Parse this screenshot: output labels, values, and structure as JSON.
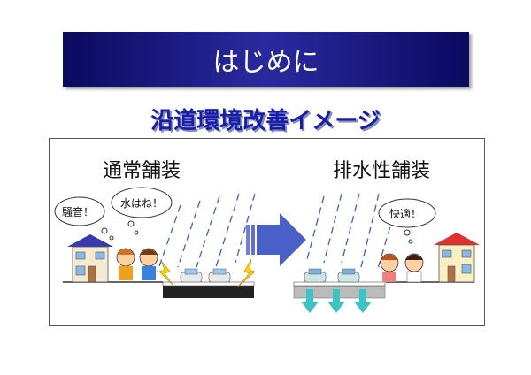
{
  "slide": {
    "title": "はじめに",
    "subtitle": "沿道環境改善イメージ"
  },
  "left": {
    "label": "通常舗装",
    "bubbles": [
      "騒音！",
      "水はね！"
    ]
  },
  "right": {
    "label": "排水性舗装",
    "bubbles": [
      "快適！"
    ]
  },
  "colors": {
    "title_bar": "#1a1a80",
    "subtitle": "#1b1bb0",
    "rain": "#3a5fd0",
    "arrow": "#4a5fc8",
    "drain_arrow": "#3cc4c4",
    "splash": "#ffd400",
    "dense_road": "#222222",
    "porous_road": "#bbbbbb"
  }
}
